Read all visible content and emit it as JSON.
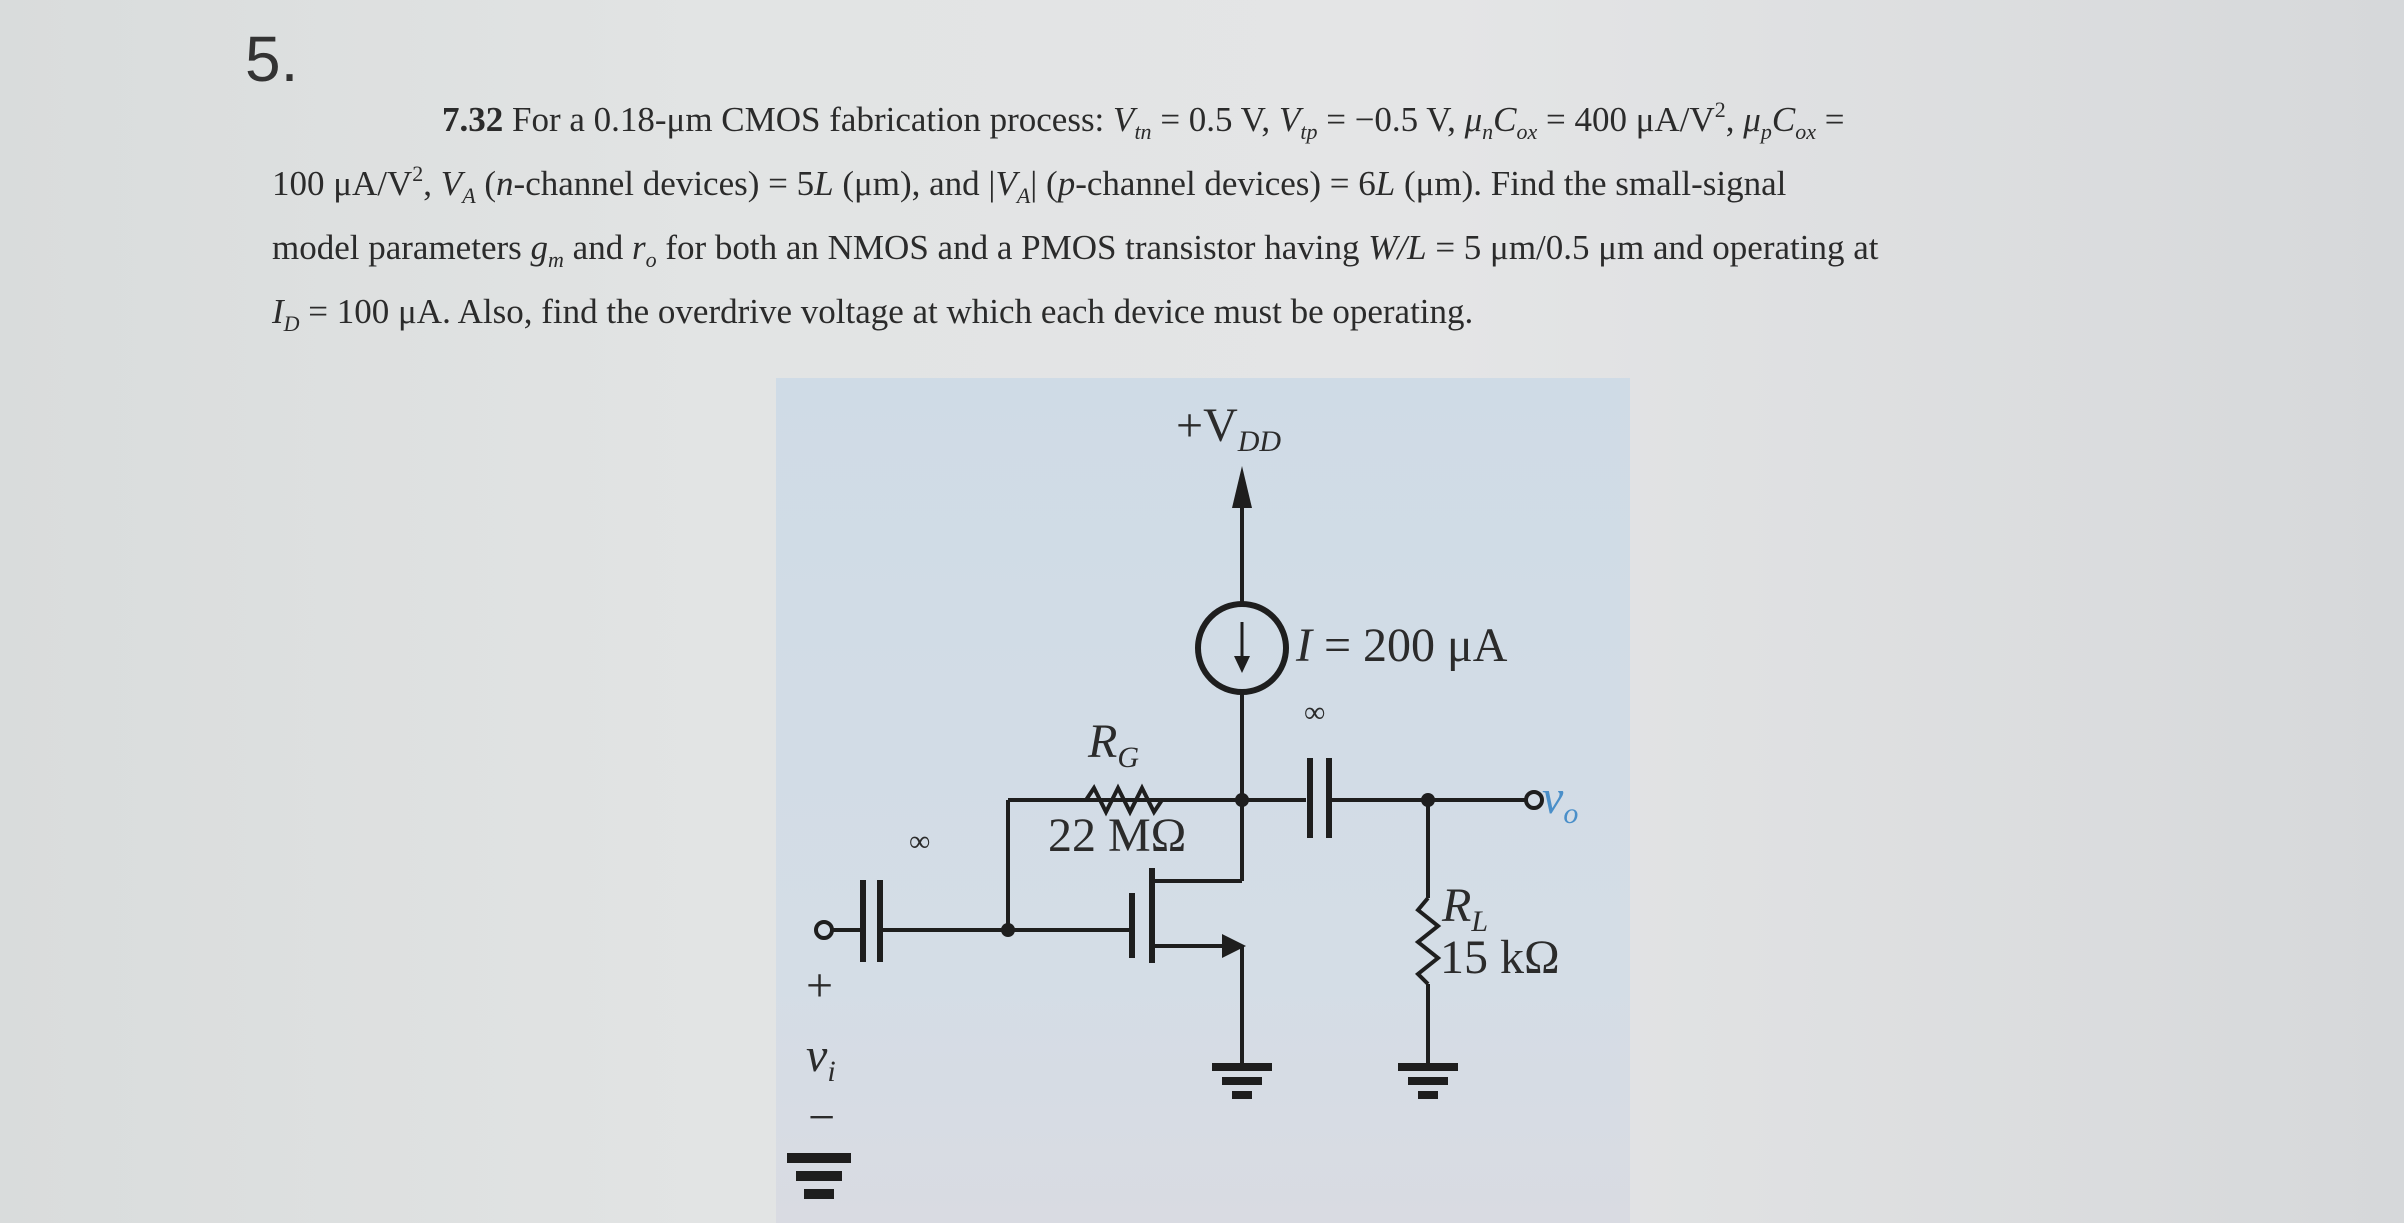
{
  "question_number": "5.",
  "problem": {
    "id": "7.32",
    "line1_text": "For a 0.18-μm CMOS fabrication process: V_tn = 0.5 V, V_tp = −0.5 V, μ_nC_ox = 400 μA/V², μ_pC_ox =",
    "line2_text": "100 μA/V², V_A (n-channel devices) = 5L (μm), and |V_A| (p-channel devices) = 6L (μm). Find the small-signal",
    "line3_text": "model parameters g_m and r_o for both an NMOS and a PMOS transistor having W/L = 5 μm/0.5 μm and operating at",
    "line4_text": "I_D = 100 μA. Also, find the overdrive voltage at which each device must be operating.",
    "parts": {
      "intro": "For a 0.18-μm CMOS fabrication process: ",
      "vtn_sym": "V",
      "vtn_sub": "tn",
      "vtn_val": " = 0.5 V, ",
      "vtp_sym": "V",
      "vtp_sub": "tp",
      "vtp_val": " = −0.5 V, ",
      "mun_sym": "μ",
      "mun_sub": "n",
      "cox_sym": "C",
      "cox_sub": "ox",
      "mun_val": " = 400 μA/V",
      "sq": "2",
      "mup_sym": "μ",
      "mup_sub": "p",
      "mup_val": " =",
      "l2a": "100 μA/V",
      "l2b": ", ",
      "va_sym": "V",
      "va_sub": "A",
      "l2c": " (",
      "n_ch": "n",
      "l2d": "-channel devices) = 5",
      "L1": "L",
      "l2e": " (μm), and |",
      "l2f": "| (",
      "p_ch": "p",
      "l2g": "-channel devices) = 6",
      "L2": "L",
      "l2h": " (μm). Find the small-signal",
      "l3a": "model parameters ",
      "gm_sym": "g",
      "gm_sub": "m",
      "l3b": " and ",
      "ro_sym": "r",
      "ro_sub": "o",
      "l3c": " for both an NMOS and a PMOS transistor having ",
      "wl": "W/L",
      "l3d": " = 5 μm/0.5 μm and operating at",
      "id_sym": "I",
      "id_sub": "D",
      "l4": " = 100 μA. Also, find the overdrive voltage at which each device must be operating."
    }
  },
  "circuit": {
    "supply_label": "+V",
    "supply_sub": "DD",
    "current_source_label": "I = 200 μA",
    "current_source_I": "I",
    "current_source_val": " = 200 μA",
    "coupling_cap_out_label": "∞",
    "coupling_cap_in_label": "∞",
    "rg_label": "R",
    "rg_sub": "G",
    "rg_value": "22 MΩ",
    "rl_label": "R",
    "rl_sub": "L",
    "rl_value": "15 kΩ",
    "output_label": "v",
    "output_sub": "o",
    "input_label": "v",
    "input_sub": "i",
    "input_plus": "+",
    "input_minus": "−",
    "output_color": "#4a8fc9"
  }
}
